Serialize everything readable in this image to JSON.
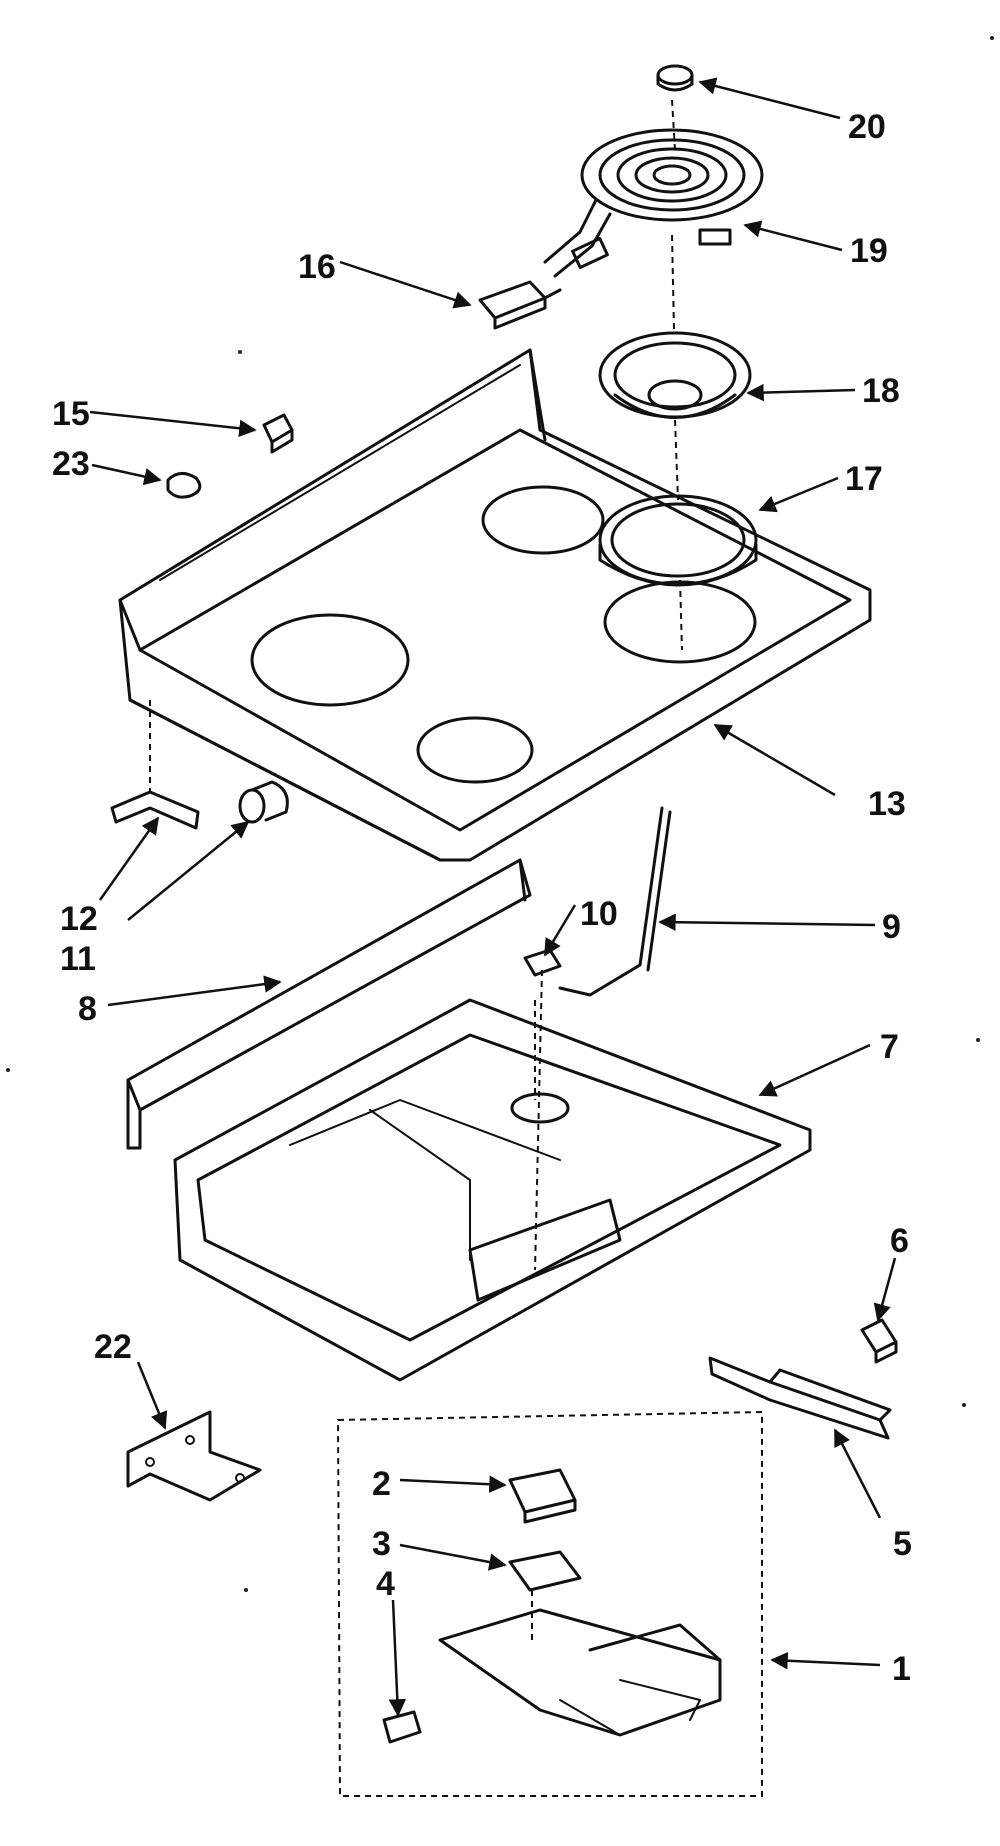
{
  "callouts": {
    "c1": "1",
    "c2": "2",
    "c3": "3",
    "c4": "4",
    "c5": "5",
    "c6": "6",
    "c7": "7",
    "c8": "8",
    "c9": "9",
    "c10": "10",
    "c11": "11",
    "c12": "12",
    "c13": "13",
    "c15": "15",
    "c16": "16",
    "c17": "17",
    "c18": "18",
    "c19": "19",
    "c20": "20",
    "c22": "22",
    "c23": "23"
  },
  "colors": {
    "ink": "#111111",
    "paper": "#ffffff"
  }
}
